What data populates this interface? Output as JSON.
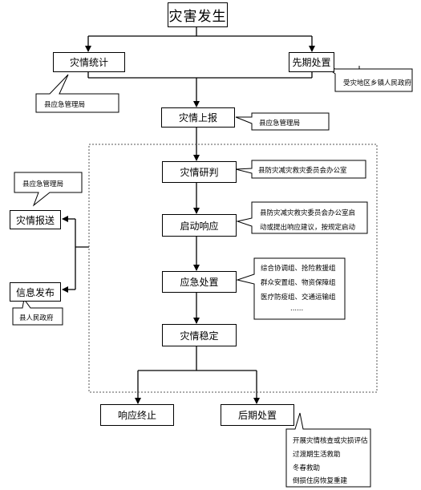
{
  "nodes": {
    "disaster_occurs": "灾害发生",
    "disaster_statistics": "灾情统计",
    "initial_response": "先期处置",
    "disaster_report": "灾情上报",
    "disaster_assessment": "灾情研判",
    "activate_response": "启动响应",
    "emergency_handling": "应急处置",
    "disaster_stable": "灾情稳定",
    "disaster_report_send": "灾情报送",
    "info_release": "信息发布",
    "response_end": "响应终止",
    "aftermath": "后期处置"
  },
  "notes": {
    "stat_agency": "县应急管理局",
    "initial_agency": "受灾地区乡镇人民政府",
    "report_agency": "县应急管理局",
    "assessment_agency": "县防灾减灾救灾委员会办公室",
    "activate_agency_lines": [
      "县防灾减灾救灾委员会办公室启",
      "动或提出响应建议，按规定启动"
    ],
    "handling_groups": [
      "综合协调组、抢险救援组",
      "群众安置组、物资保障组",
      "医疗防疫组、交通运输组",
      "......"
    ],
    "send_agency": "县应急管理局",
    "release_agency": "县人民政府",
    "aftermath_items": [
      "开展灾情核查或灾损评估",
      "过渡期生活救助",
      "冬春救助",
      "倒损住房恢复重建"
    ]
  }
}
